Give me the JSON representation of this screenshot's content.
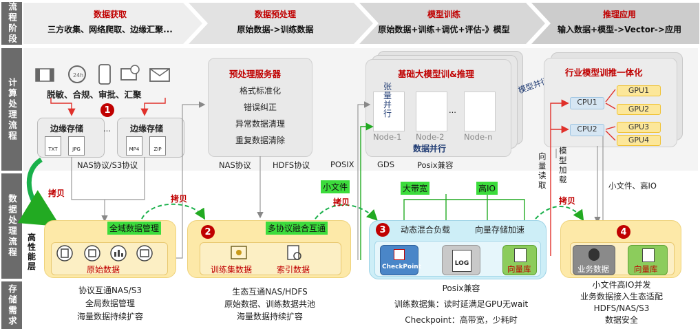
{
  "rows": {
    "r1": "流程阶段",
    "r2": "计算处理流程",
    "r3": "数据处理流程",
    "r4": "存储需求",
    "sub": "高性能层"
  },
  "stages": [
    {
      "title": "数据获取",
      "sub": "三方收集、网络爬取、边缘汇聚..."
    },
    {
      "title": "数据预处理",
      "sub": "原始数据->训练数据"
    },
    {
      "title": "模型训练",
      "sub": "原始数据+训练+调优+评估-》模型"
    },
    {
      "title": "推理应用",
      "sub": "输入数据+模型->Vector->应用"
    }
  ],
  "acquire": {
    "steps": "脱敏、合规、审批、汇聚",
    "edge1": "边缘存储",
    "edge2": "边缘存储",
    "dots": "...",
    "files1": [
      "TXT",
      "JPG"
    ],
    "files2": [
      "MP4",
      "ZIP"
    ],
    "proto": "NAS协议/S3协议",
    "step_no": "1"
  },
  "preprocess": {
    "title": "预处理服务器",
    "items": [
      "格式标准化",
      "错误纠正",
      "异常数据清理",
      "重复数据清除"
    ],
    "proto1": "NAS协议",
    "proto2": "HDFS协议"
  },
  "training": {
    "title": "基础大模型训&推理",
    "tensor": "张量并行",
    "model_par": "模型并行",
    "data_par": "数据并行",
    "nodes": [
      "Node-1",
      "Node-2",
      "Node-n"
    ],
    "dots": "...",
    "posix": "POSIX",
    "gds": "GDS",
    "posix_compat": "Posix兼容"
  },
  "inference": {
    "title": "行业模型训推一体化",
    "cpus": [
      "CPU1",
      "CPU2"
    ],
    "gpus": [
      "GPU1",
      "GPU2",
      "GPU3",
      "GPU4"
    ],
    "vec_read": "向量读取",
    "model_load": "模型加载",
    "small_io": "小文件、高IO"
  },
  "flow": {
    "copy1": "拷贝",
    "copy2": "拷贝",
    "copy3": "拷贝",
    "copy4": "拷贝",
    "small_file": "小文件",
    "big_bw": "大带宽",
    "high_io": "高IO"
  },
  "data_boxes": {
    "b1": {
      "tag": "全域数据管理",
      "label": "原始数据"
    },
    "b2": {
      "tag": "多协议融合互通",
      "labels": [
        "训练集数据",
        "索引数据"
      ],
      "no": "2"
    },
    "b3": {
      "h1": "动态混合负载",
      "h2": "向量存储加速",
      "tiles": [
        "CheckPoint",
        "LOG",
        "向量库"
      ],
      "no": "3"
    },
    "b4": {
      "tiles": [
        "业务数据",
        "向量库"
      ],
      "no": "4"
    }
  },
  "storage": {
    "c1": [
      "协议互通NAS/S3",
      "全局数据管理",
      "海量数据持续扩容"
    ],
    "c2": [
      "生态互通NAS/HDFS",
      "原始数据、训练数据共池",
      "海量数据持续扩容"
    ],
    "c3": [
      "Posix兼容",
      "训练数据集：读时延满足GPU无wait",
      "Checkpoint：高带宽，少耗时"
    ],
    "c4": [
      "小文件高IO并发",
      "业务数据接入生态适配",
      "HDFS/NAS/S3",
      "数据安全"
    ]
  }
}
